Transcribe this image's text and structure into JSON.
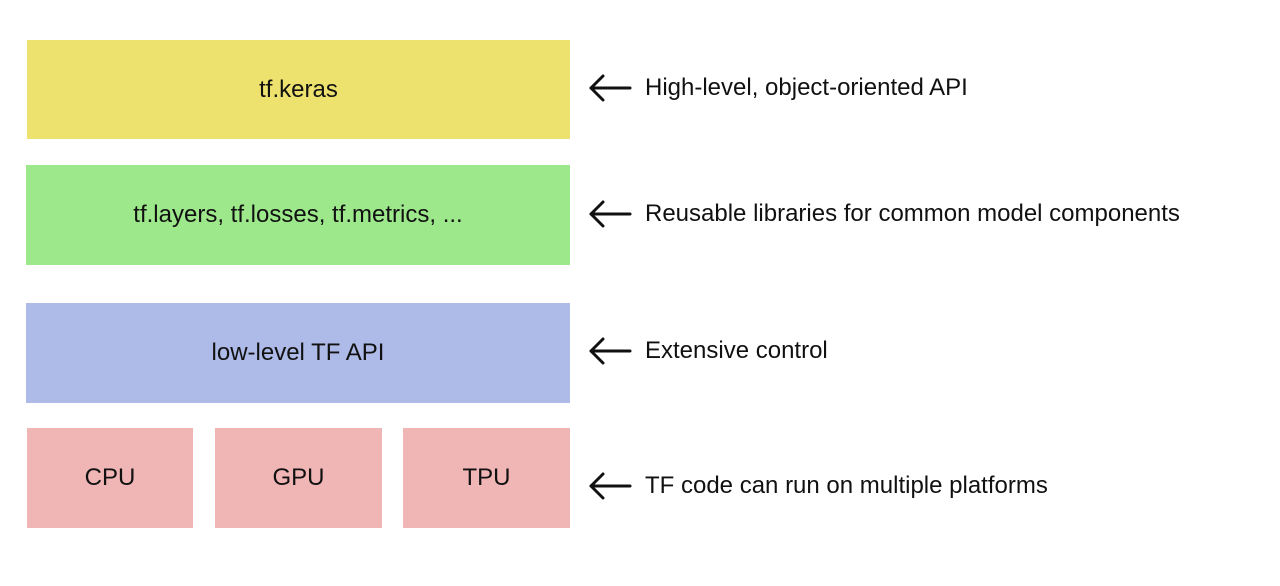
{
  "colors": {
    "keras": "#eee26f",
    "layers": "#9de88a",
    "lowlevel": "#aebbe8",
    "hardware": "#f0b5b5",
    "text": "#111111"
  },
  "stack": {
    "keras_label": "tf.keras",
    "layers_label": "tf.layers, tf.losses, tf.metrics, ...",
    "lowlevel_label": "low-level TF API",
    "hardware": [
      "CPU",
      "GPU",
      "TPU"
    ]
  },
  "annotations": {
    "keras": "High-level, object-oriented API",
    "layers": "Reusable libraries for common model components",
    "lowlevel": "Extensive control",
    "hardware": "TF code can run on multiple platforms"
  },
  "icons": {
    "arrow": "left-arrow-icon"
  }
}
